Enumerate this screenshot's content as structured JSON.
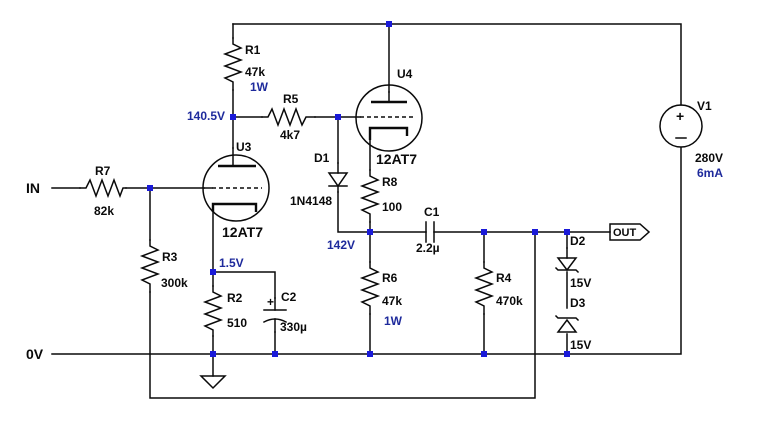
{
  "components": {
    "R1": {
      "ref": "R1",
      "value": "47k",
      "note": "1W"
    },
    "R2": {
      "ref": "R2",
      "value": "510"
    },
    "R3": {
      "ref": "R3",
      "value": "300k"
    },
    "R4": {
      "ref": "R4",
      "value": "470k"
    },
    "R5": {
      "ref": "R5",
      "value": "4k7"
    },
    "R6": {
      "ref": "R6",
      "value": "47k",
      "note": "1W"
    },
    "R7": {
      "ref": "R7",
      "value": "82k"
    },
    "R8": {
      "ref": "R8",
      "value": "100"
    },
    "C1": {
      "ref": "C1",
      "value": "2.2µ"
    },
    "C2": {
      "ref": "C2",
      "value": "330µ",
      "polarity": "+"
    },
    "D1": {
      "ref": "D1",
      "value": "1N4148"
    },
    "D2": {
      "ref": "D2",
      "value": "15V"
    },
    "D3": {
      "ref": "D3",
      "value": "15V"
    },
    "U3": {
      "ref": "U3",
      "value": "12AT7"
    },
    "U4": {
      "ref": "U4",
      "value": "12AT7"
    },
    "V1": {
      "ref": "V1",
      "value": "280V",
      "note": "6mA"
    }
  },
  "nodes": {
    "plate_voltage": "140.5V",
    "cathode_voltage": "1.5V",
    "output_voltage": "142V"
  },
  "ports": {
    "input": "IN",
    "ground": "0V",
    "output": "OUT"
  },
  "colors": {
    "wire": "#0a0a0a",
    "junction": "#1a1ad8",
    "annotation": "#1e2a9c"
  }
}
